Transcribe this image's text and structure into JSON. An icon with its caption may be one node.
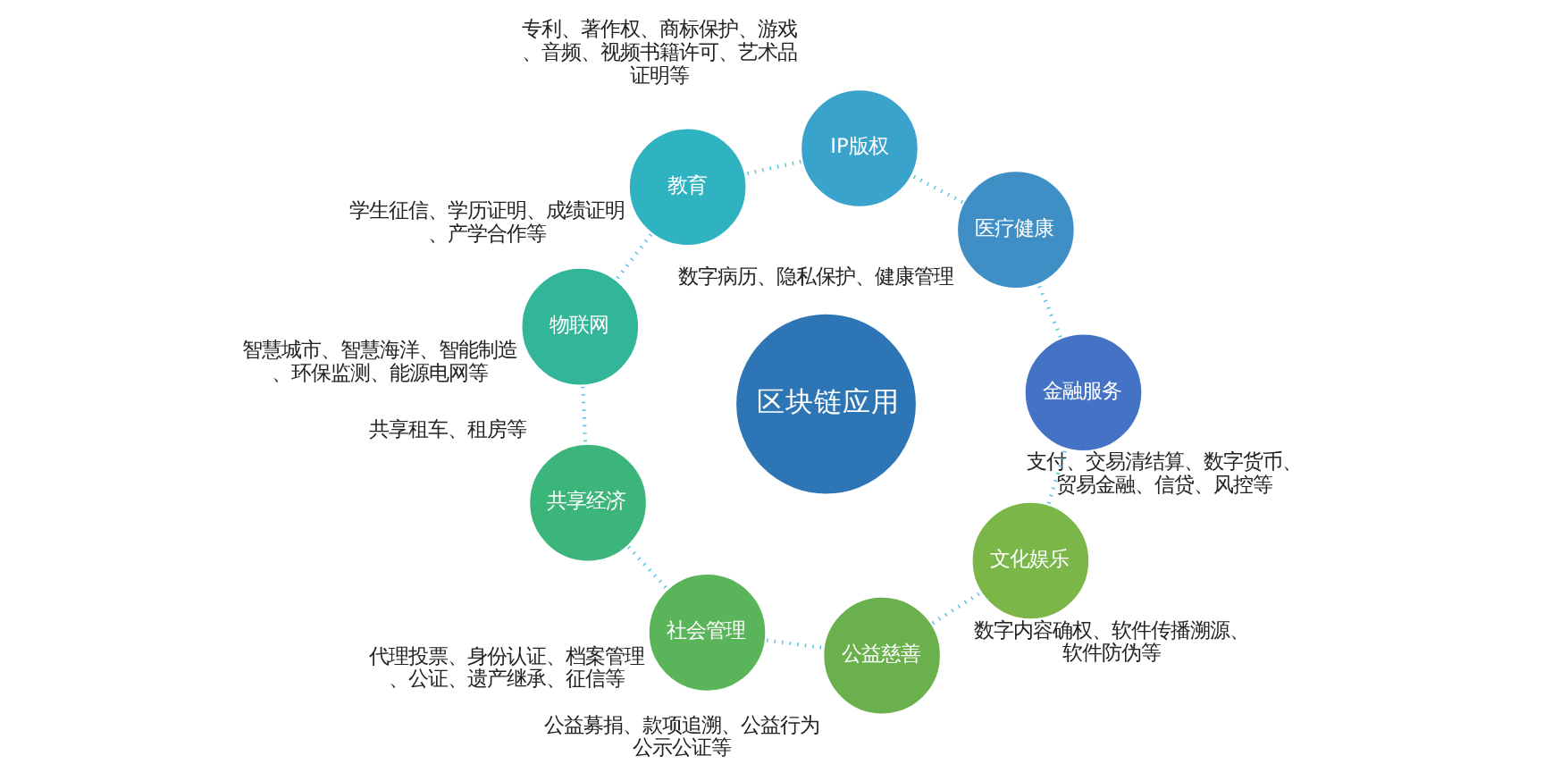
{
  "diagram": {
    "nodes": [
      {
        "text": [
          "区块链应用"
        ]
      },
      {
        "text": [
          "金融服务"
        ],
        "beside": [
          "支付、交易清结算、数字货币、贸易金融、信贷、风控等"
        ]
      },
      {
        "text": [
          "医疗健康"
        ],
        "beside": [
          "数字病历、隐私保护、健康管理"
        ]
      },
      {
        "text": [
          "IP版权"
        ],
        "beside": [
          "专利、著作权、商标保护、游戏、音频、视频书籍许可、艺术品证明等"
        ]
      },
      {
        "text": [
          "教育"
        ],
        "beside": [
          "学生征信、学历证明、成绩证明、产学合作等"
        ]
      },
      {
        "text": [
          "物联网"
        ],
        "beside": [
          "智慧城市、智慧海洋、智能制造、环保监测、能源电网等"
        ]
      },
      {
        "text": [
          "共享经济"
        ],
        "beside": [
          "共享租车、租房等"
        ]
      },
      {
        "text": [
          "社会管理"
        ],
        "beside": [
          "代理投票、身份认证、档案管理、公证、遗产继承、征信等"
        ]
      },
      {
        "text": [
          "公益慈善"
        ],
        "beside": [
          "公益募捐、款项追溯、公益行为公示公证等"
        ]
      },
      {
        "text": [
          "文化娱乐"
        ],
        "beside": [
          "数字内容确权、软件传播溯源、软件防伪等"
        ]
      }
    ],
    "edges": [
      {
        "from": 1,
        "to": 2,
        "arrow": "none",
        "style": "dashed"
      },
      {
        "from": 2,
        "to": 3,
        "arrow": "none",
        "style": "dashed"
      },
      {
        "from": 3,
        "to": 4,
        "arrow": "none",
        "style": "dashed"
      },
      {
        "from": 4,
        "to": 5,
        "arrow": "none",
        "style": "dashed"
      },
      {
        "from": 5,
        "to": 6,
        "arrow": "none",
        "style": "dashed"
      },
      {
        "from": 6,
        "to": 7,
        "arrow": "none",
        "style": "dashed"
      },
      {
        "from": 7,
        "to": 8,
        "arrow": "none",
        "style": "dashed"
      },
      {
        "from": 8,
        "to": 9,
        "arrow": "none",
        "style": "dashed"
      },
      {
        "from": 9,
        "to": 1,
        "arrow": "none",
        "style": "dashed"
      }
    ]
  }
}
